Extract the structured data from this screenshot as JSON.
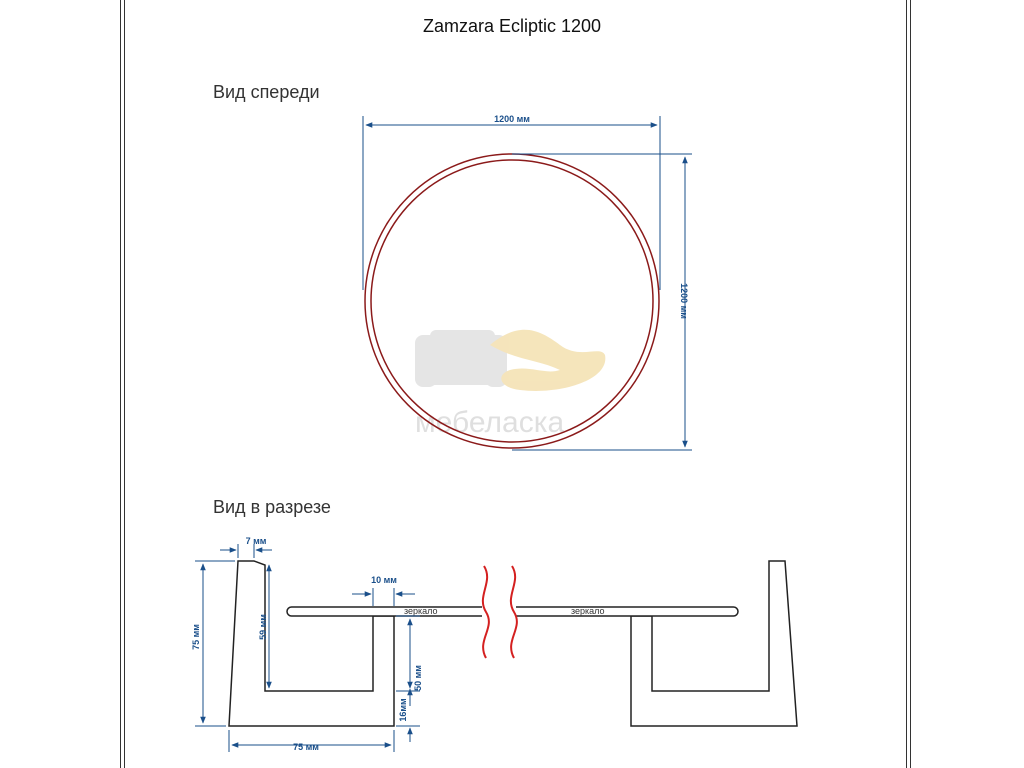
{
  "title": "Zamzara Ecliptic 1200",
  "views": {
    "front": "Вид спереди",
    "section": "Вид в разрезе"
  },
  "dimensions": {
    "width": "1200 мм",
    "height": "1200 мм",
    "wall": "7 мм",
    "mirror_edge": "10 мм",
    "depth_outer": "75 мм",
    "depth_inner": "59 мм",
    "base_width": "75 мм",
    "mount_gap": "50 мм",
    "bottom": "16мм"
  },
  "labels": {
    "mirror_left": "зеркало",
    "mirror_right": "зеркало"
  },
  "watermark": "мебеласка",
  "colors": {
    "dimension": "#1a4f8a",
    "ring": "#8b1a1a",
    "break": "#d42020"
  }
}
